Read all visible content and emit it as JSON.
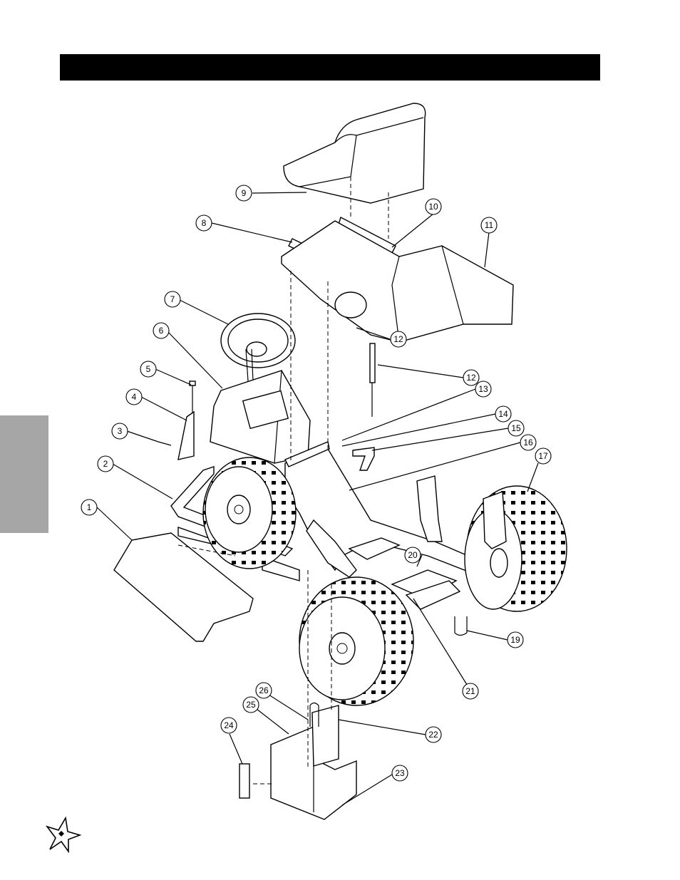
{
  "header": {
    "title": ""
  },
  "callouts": [
    "1",
    "2",
    "3",
    "4",
    "5",
    "6",
    "7",
    "8",
    "9",
    "10",
    "11",
    "12",
    "12",
    "13",
    "14",
    "15",
    "16",
    "17",
    "19",
    "20",
    "21",
    "22",
    "23",
    "24",
    "25",
    "26"
  ],
  "logo": "star-logo"
}
